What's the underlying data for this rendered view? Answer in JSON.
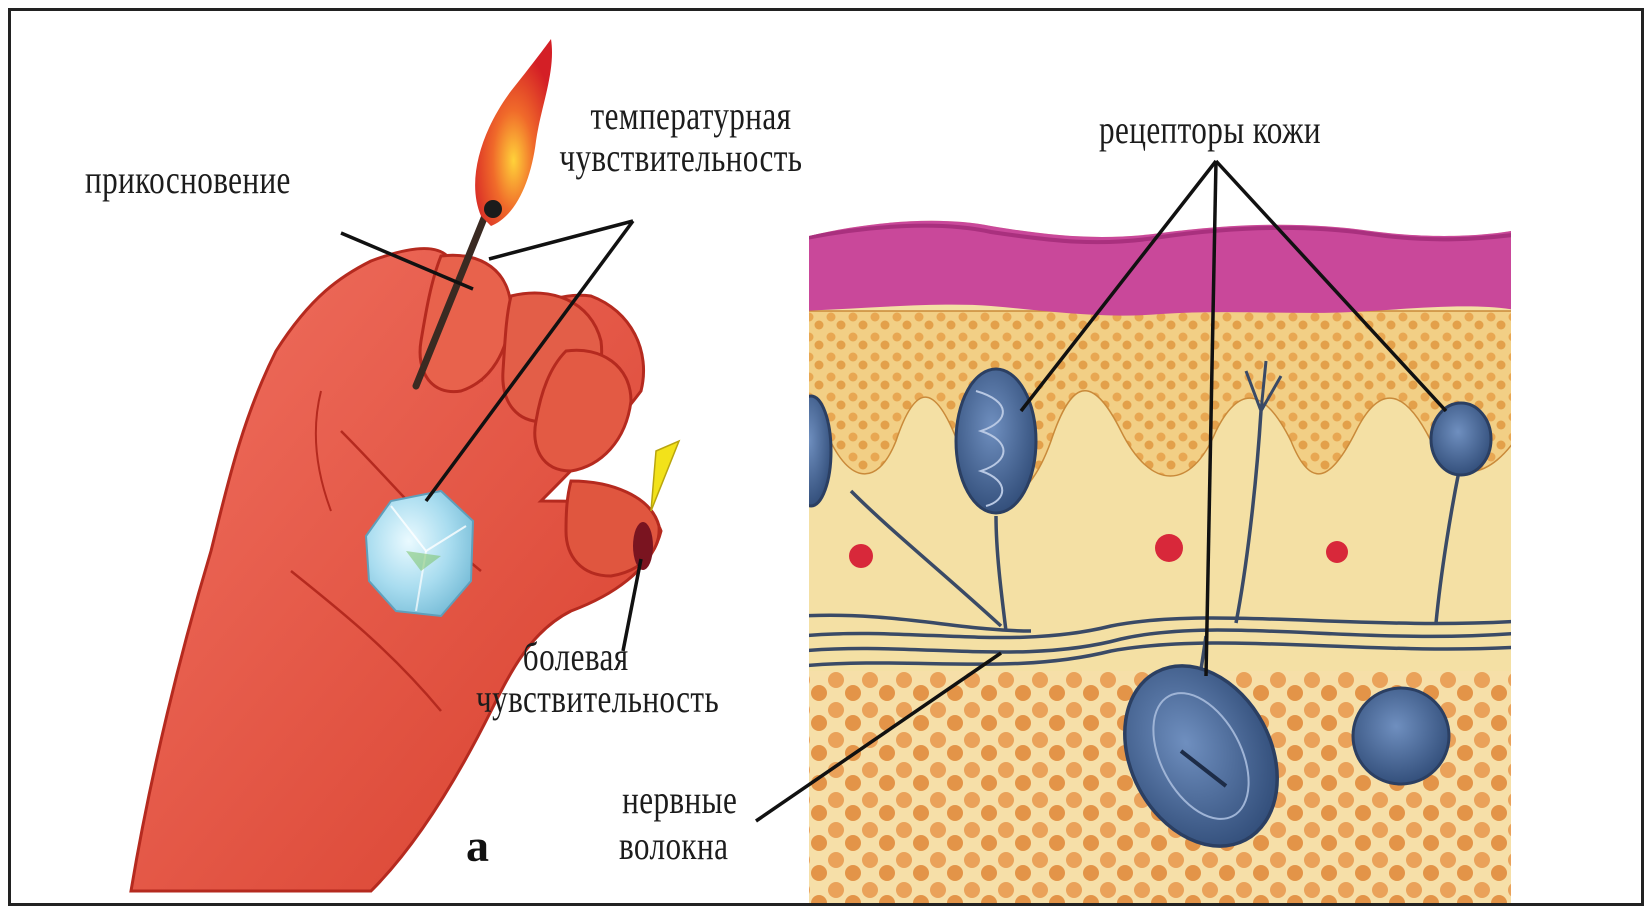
{
  "figure": {
    "panel_letter": "а",
    "labels": {
      "touch": "прикосновение",
      "temperature_line1": "температурная",
      "temperature_line2": "чувствительность",
      "pain_line1": "болевая",
      "pain_line2": "чувствительность",
      "nerve_line1": "нервные",
      "nerve_line2": "волокна",
      "receptors": "рецепторы кожи"
    }
  },
  "colors": {
    "skin_hand": "#e0503a",
    "flame": "#e03a2a",
    "epidermis": "#c8458f",
    "dermis": "#f3dc9a",
    "fat_cells": "#e8a04a",
    "receptor_blue": "#44628f",
    "nerve": "#3a4a66"
  }
}
